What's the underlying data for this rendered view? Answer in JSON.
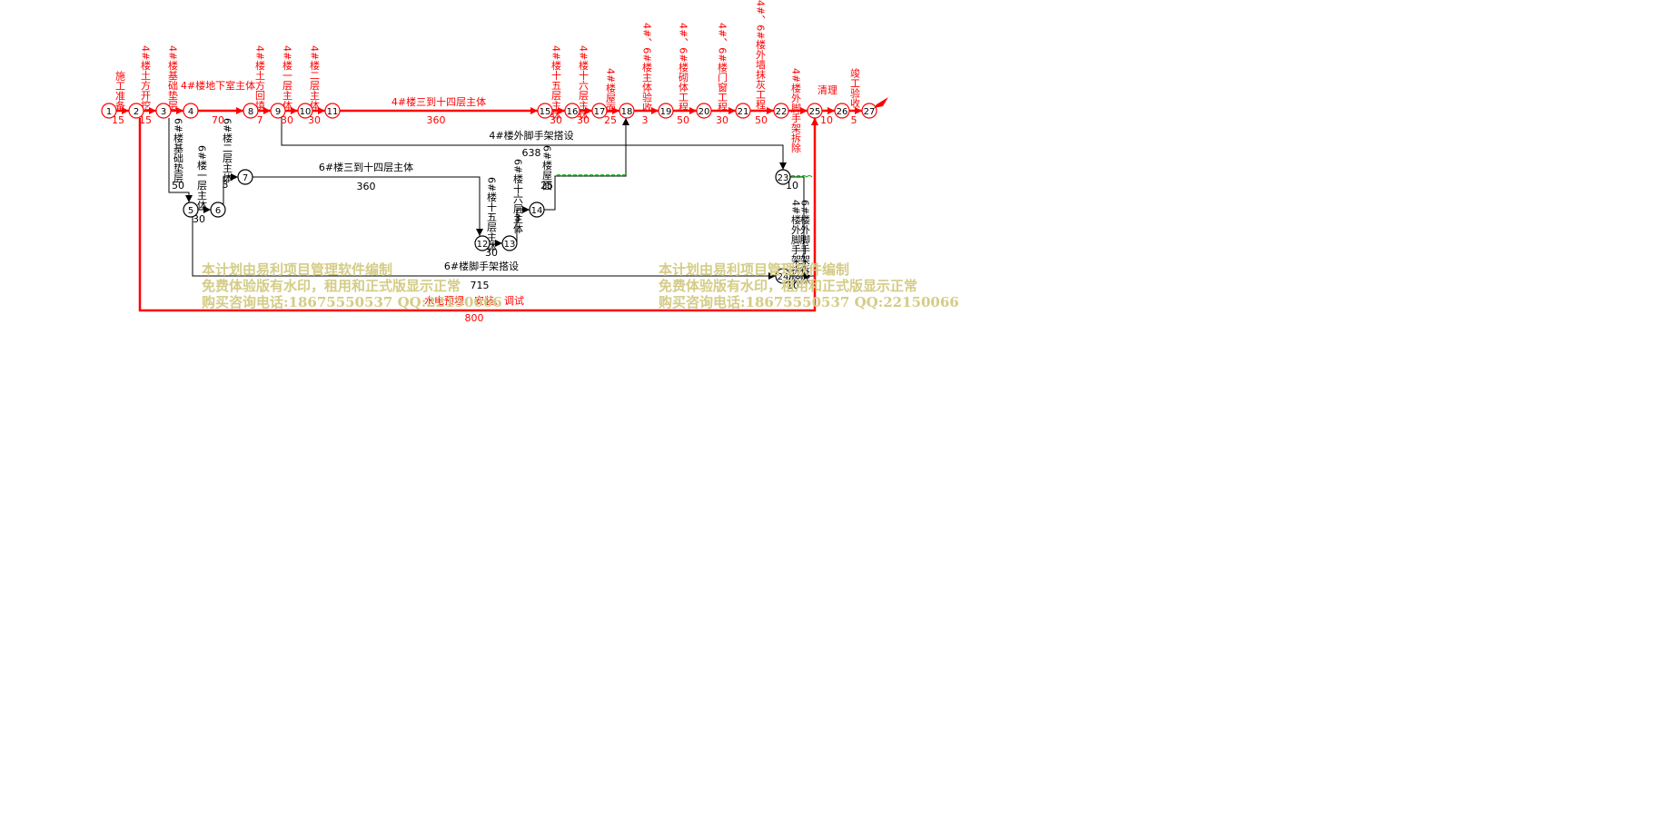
{
  "colors": {
    "critical": "#ff0000",
    "normal": "#000000",
    "float": "#00b000",
    "watermark": "#d4cc86"
  },
  "nodes": [
    "1",
    "2",
    "3",
    "4",
    "5",
    "6",
    "7",
    "8",
    "9",
    "10",
    "11",
    "12",
    "13",
    "14",
    "15",
    "16",
    "17",
    "18",
    "19",
    "20",
    "21",
    "22",
    "23",
    "24",
    "25",
    "26",
    "27"
  ],
  "activities": [
    {
      "from": "1",
      "to": "2",
      "name": "施工准备",
      "duration": "15",
      "critical": true,
      "vertical_label": true
    },
    {
      "from": "2",
      "to": "3",
      "name": "4#楼土方开挖",
      "duration": "15",
      "critical": true,
      "vertical_label": true
    },
    {
      "from": "3",
      "to": "4",
      "name": "4#楼基础垫层",
      "duration": "",
      "critical": true,
      "vertical_label": true
    },
    {
      "from": "4",
      "to": "8",
      "name": "4#楼地下室主体",
      "duration": "70",
      "critical": true,
      "vertical_label": false
    },
    {
      "from": "8",
      "to": "9",
      "name": "4#楼土方回填",
      "duration": "7",
      "critical": true,
      "vertical_label": true
    },
    {
      "from": "9",
      "to": "10",
      "name": "4#楼一层主体",
      "duration": "30",
      "critical": true,
      "vertical_label": true
    },
    {
      "from": "10",
      "to": "11",
      "name": "4#楼二层主体",
      "duration": "30",
      "critical": true,
      "vertical_label": true
    },
    {
      "from": "11",
      "to": "15",
      "name": "4#楼三到十四层主体",
      "duration": "360",
      "critical": true,
      "vertical_label": false
    },
    {
      "from": "15",
      "to": "16",
      "name": "4#楼十五层主体",
      "duration": "30",
      "critical": true,
      "vertical_label": true
    },
    {
      "from": "16",
      "to": "17",
      "name": "4#楼十六层主体",
      "duration": "30",
      "critical": true,
      "vertical_label": true
    },
    {
      "from": "17",
      "to": "18",
      "name": "4#楼屋面",
      "duration": "25",
      "critical": true,
      "vertical_label": true
    },
    {
      "from": "18",
      "to": "19",
      "name": "4#、6#楼主体验收",
      "duration": "3",
      "critical": true,
      "vertical_label": true
    },
    {
      "from": "19",
      "to": "20",
      "name": "4#、6#楼砌体工程",
      "duration": "50",
      "critical": true,
      "vertical_label": true
    },
    {
      "from": "20",
      "to": "21",
      "name": "4#、6#楼门窗工程",
      "duration": "30",
      "critical": true,
      "vertical_label": true
    },
    {
      "from": "21",
      "to": "22",
      "name": "4#、6#楼外墙抹灰工程",
      "duration": "50",
      "critical": true,
      "vertical_label": true
    },
    {
      "from": "22",
      "to": "25",
      "name": "4#楼外脚手架拆除",
      "duration": "",
      "critical": true,
      "vertical_label": true
    },
    {
      "from": "25",
      "to": "26",
      "name": "清理",
      "duration": "10",
      "critical": true,
      "vertical_label": false
    },
    {
      "from": "26",
      "to": "27",
      "name": "竣工验收",
      "duration": "5",
      "critical": true,
      "vertical_label": true
    },
    {
      "from": "3",
      "to": "5",
      "name": "6#楼基础垫层",
      "duration": "50",
      "critical": false,
      "vertical_label": true
    },
    {
      "from": "5",
      "to": "6",
      "name": "6#楼一层主体",
      "duration": "30",
      "critical": false,
      "vertical_label": true
    },
    {
      "from": "6",
      "to": "7",
      "name": "6#楼二层主体",
      "duration": "3",
      "critical": false,
      "vertical_label": true
    },
    {
      "from": "7",
      "to": "12",
      "name": "6#楼三到十四层主体",
      "duration": "360",
      "critical": false,
      "vertical_label": false
    },
    {
      "from": "12",
      "to": "13",
      "name": "6#楼十五层主体",
      "duration": "30",
      "critical": false,
      "vertical_label": true
    },
    {
      "from": "13",
      "to": "14",
      "name": "6#楼十六层主体",
      "duration": "3",
      "critical": false,
      "vertical_label": true
    },
    {
      "from": "14",
      "to": "18",
      "name": "6#楼屋面",
      "duration": "25",
      "critical": false,
      "vertical_label": true
    },
    {
      "from": "9",
      "to": "23",
      "name": "4#楼外脚手架搭设",
      "duration": "638",
      "critical": false,
      "vertical_label": false
    },
    {
      "from": "23",
      "to": "25",
      "name": "4#楼外脚手架拆除",
      "duration": "10",
      "critical": false,
      "vertical_label": true
    },
    {
      "from": "5",
      "to": "24",
      "name": "6#楼脚手架搭设",
      "duration": "715",
      "critical": false,
      "vertical_label": false
    },
    {
      "from": "24",
      "to": "25",
      "name": "6#楼外脚手架拆除",
      "duration": "10",
      "critical": false,
      "vertical_label": true
    },
    {
      "from": "2",
      "to": "25",
      "name": "水电预埋、安装、调试",
      "duration": "800",
      "critical": true,
      "vertical_label": false
    }
  ],
  "watermark": {
    "line1": "本计划由易利项目管理软件编制",
    "line2": "免费体验版有水印，租用和正式版显示正常",
    "line3": "购买咨询电话:18675550537 QQ:22150066"
  }
}
